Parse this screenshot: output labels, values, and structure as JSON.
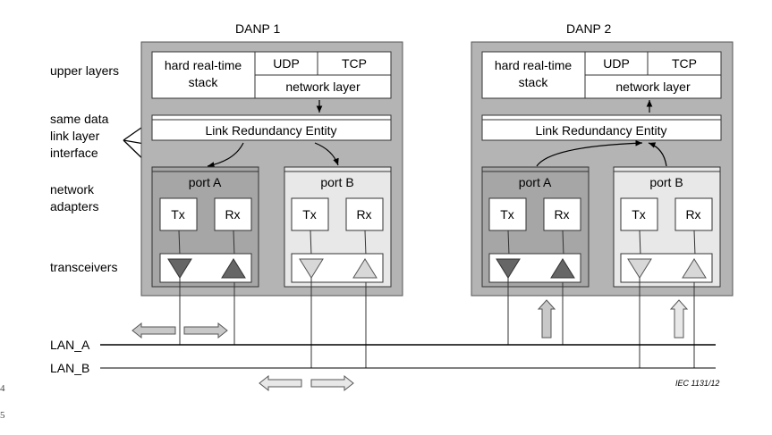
{
  "nodes": {
    "danp1": {
      "title": "DANP 1",
      "stack": {
        "rt_line1": "hard real-time",
        "rt_line2": "stack",
        "udp": "UDP",
        "tcp": "TCP",
        "net": "network layer"
      },
      "lre": "Link Redundancy Entity",
      "port_a": {
        "title": "port A",
        "tx": "Tx",
        "rx": "Rx"
      },
      "port_b": {
        "title": "port B",
        "tx": "Tx",
        "rx": "Rx"
      }
    },
    "danp2": {
      "title": "DANP 2",
      "stack": {
        "rt_line1": "hard real-time",
        "rt_line2": "stack",
        "udp": "UDP",
        "tcp": "TCP",
        "net": "network layer"
      },
      "lre": "Link Redundancy Entity",
      "port_a": {
        "title": "port A",
        "tx": "Tx",
        "rx": "Rx"
      },
      "port_b": {
        "title": "port B",
        "tx": "Tx",
        "rx": "Rx"
      }
    }
  },
  "labels": {
    "upper_layers": "upper layers",
    "same_data_1": "same data",
    "same_data_2": "link layer",
    "same_data_3": "interface",
    "network_adapters_1": "network",
    "network_adapters_2": "adapters",
    "transceivers": "transceivers",
    "lan_a": "LAN_A",
    "lan_b": "LAN_B",
    "iec_ref": "IEC  1131/12",
    "margin_4": "4",
    "margin_5": "5"
  },
  "colors": {
    "node_fill": "#b4b4b4",
    "port_a_fill": "#a6a6a6",
    "port_b_fill": "#e8e8e8",
    "triangle_dark": "#666666",
    "triangle_light": "#d8d8d8",
    "arrow_fill": "#c8c8c8",
    "line": "#000000"
  }
}
